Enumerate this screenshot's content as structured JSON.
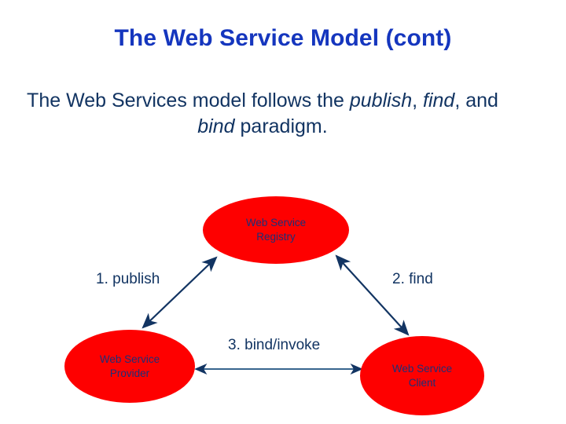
{
  "slide": {
    "title": "The Web Service Model (cont)",
    "body": {
      "lead": "The Web Services model follows the ",
      "em1": "publish",
      "sep1": ", ",
      "em2": "find",
      "sep2": ", and ",
      "em3": "bind",
      "tail": " paradigm."
    }
  },
  "diagram": {
    "nodes": {
      "registry": {
        "line1": "Web Service",
        "line2": "Registry"
      },
      "provider": {
        "line1": "Web Service",
        "line2": "Provider"
      },
      "client": {
        "line1": "Web Service",
        "line2": "Client"
      }
    },
    "edges": {
      "publish": "1. publish",
      "find": "2. find",
      "bind": "3. bind/invoke"
    }
  },
  "colors": {
    "title_blue": "#1536be",
    "body_navy": "#123462",
    "node_fill": "#fe0000",
    "node_text": "#1d2f77",
    "arrow_stroke": "#123462"
  }
}
